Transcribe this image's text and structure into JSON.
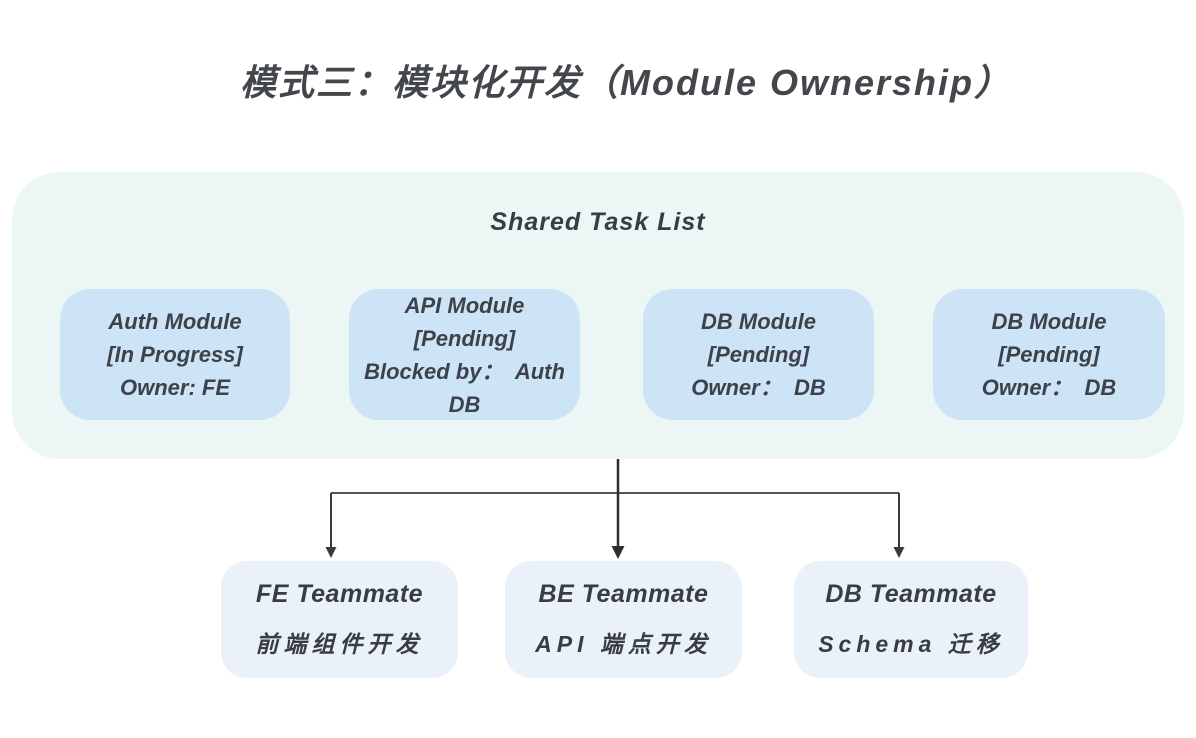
{
  "title": "模式三：模块化开发（Module Ownership）",
  "shared_task_list": {
    "title": "Shared Task List",
    "modules": [
      {
        "name": "Auth Module",
        "status": "[In Progress]",
        "detail": "Owner: FE"
      },
      {
        "name": "API Module",
        "status": "[Pending]",
        "detail": "Blocked by：  Auth DB"
      },
      {
        "name": "DB Module",
        "status": "[Pending]",
        "detail": "Owner：  DB"
      },
      {
        "name": "DB Module",
        "status": "[Pending]",
        "detail": "Owner：  DB"
      }
    ]
  },
  "teammates": [
    {
      "role": "FE Teammate",
      "task": "前端组件开发"
    },
    {
      "role": "BE Teammate",
      "task": "API 端点开发"
    },
    {
      "role": "DB Teammate",
      "task": "Schema 迁移"
    }
  ],
  "colors": {
    "shared_container_bg": "#ecf6f4",
    "module_box_bg": "#cde4f7",
    "teammate_box_bg": "#eaf1f9",
    "title_text": "#43474c",
    "body_text": "#3d424a",
    "arrow": "#3a3a3a"
  }
}
